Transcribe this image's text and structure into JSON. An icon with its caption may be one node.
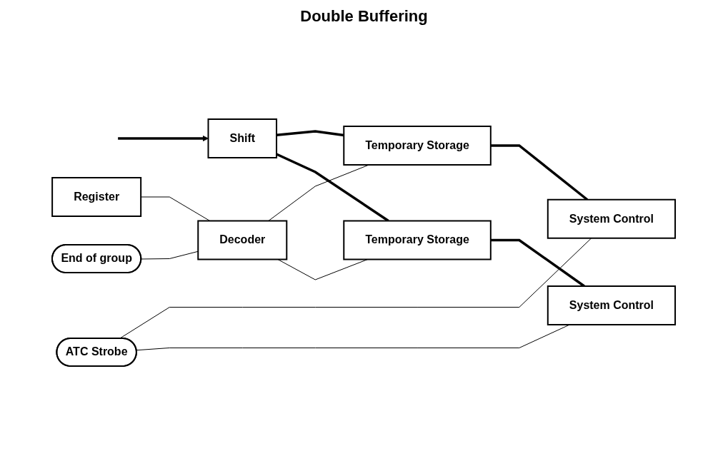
{
  "diagram": {
    "title": "Double Buffering",
    "nodes": [
      {
        "text": [
          "Shift"
        ]
      },
      {
        "text": [
          "Register"
        ]
      },
      {
        "text": [
          "Temporary Storage"
        ]
      },
      {
        "text": [
          "System Control"
        ]
      },
      {
        "text": [
          "Decoder"
        ]
      },
      {
        "text": [
          "Temporary Storage"
        ]
      },
      {
        "text": [
          "System Control"
        ]
      },
      {
        "text": [
          "End of group"
        ]
      },
      {
        "text": [
          "ATC Strobe"
        ]
      }
    ],
    "edges": [
      {
        "from": null,
        "to": 0,
        "arrow": "to",
        "style": "thick"
      },
      {
        "from": 0,
        "to": 2,
        "arrow": "none",
        "style": "thick"
      },
      {
        "from": 0,
        "to": 5,
        "arrow": "none",
        "style": "thick"
      },
      {
        "from": 2,
        "to": 3,
        "arrow": "none",
        "style": "thick"
      },
      {
        "from": 5,
        "to": 6,
        "arrow": "none",
        "style": "thick"
      },
      {
        "from": 1,
        "to": 4,
        "arrow": "none"
      },
      {
        "from": 4,
        "to": 2,
        "arrow": "none"
      },
      {
        "from": 4,
        "to": 5,
        "arrow": "none"
      },
      {
        "from": 7,
        "to": 4,
        "arrow": "none"
      },
      {
        "from": 8,
        "to": 3,
        "arrow": "none"
      },
      {
        "from": 8,
        "to": 6,
        "arrow": "none"
      }
    ]
  }
}
